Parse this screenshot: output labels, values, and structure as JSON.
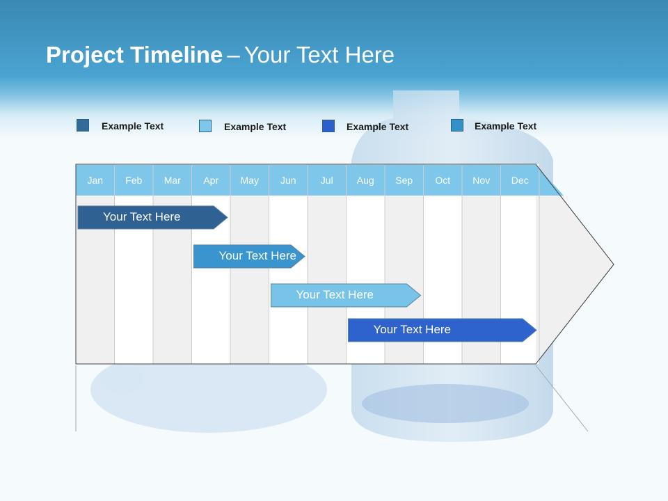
{
  "title": {
    "bold": "Project Timeline",
    "dash": "–",
    "rest": "Your Text Here"
  },
  "legend": [
    {
      "label": "Example Text",
      "color": "#326a9a"
    },
    {
      "label": "Example Text",
      "color": "#7ec7ea"
    },
    {
      "label": "Example Text",
      "color": "#2c5fcc"
    },
    {
      "label": "Example Text",
      "color": "#3491c8"
    }
  ],
  "months": [
    "Jan",
    "Feb",
    "Mar",
    "Apr",
    "May",
    "Jun",
    "Jul",
    "Aug",
    "Sep",
    "Oct",
    "Nov",
    "Dec"
  ],
  "tasks": [
    {
      "label": "Your  Text Here",
      "start_month": "Jan",
      "end_month": "Apr",
      "color": "#2f6193"
    },
    {
      "label": "Your  Text Here",
      "start_month": "Apr",
      "end_month": "Jun",
      "color": "#3a95cf"
    },
    {
      "label": "Your  Text Here",
      "start_month": "Jun",
      "end_month": "Sep",
      "color": "#78c4e8"
    },
    {
      "label": "Your  Text Here",
      "start_month": "Aug",
      "end_month": "Dec",
      "color": "#2e62cc"
    }
  ],
  "colors": {
    "header_blue": "#4aa4d2",
    "month_header": "#7ec7ea",
    "grid_shade": "#f0f0f0"
  }
}
